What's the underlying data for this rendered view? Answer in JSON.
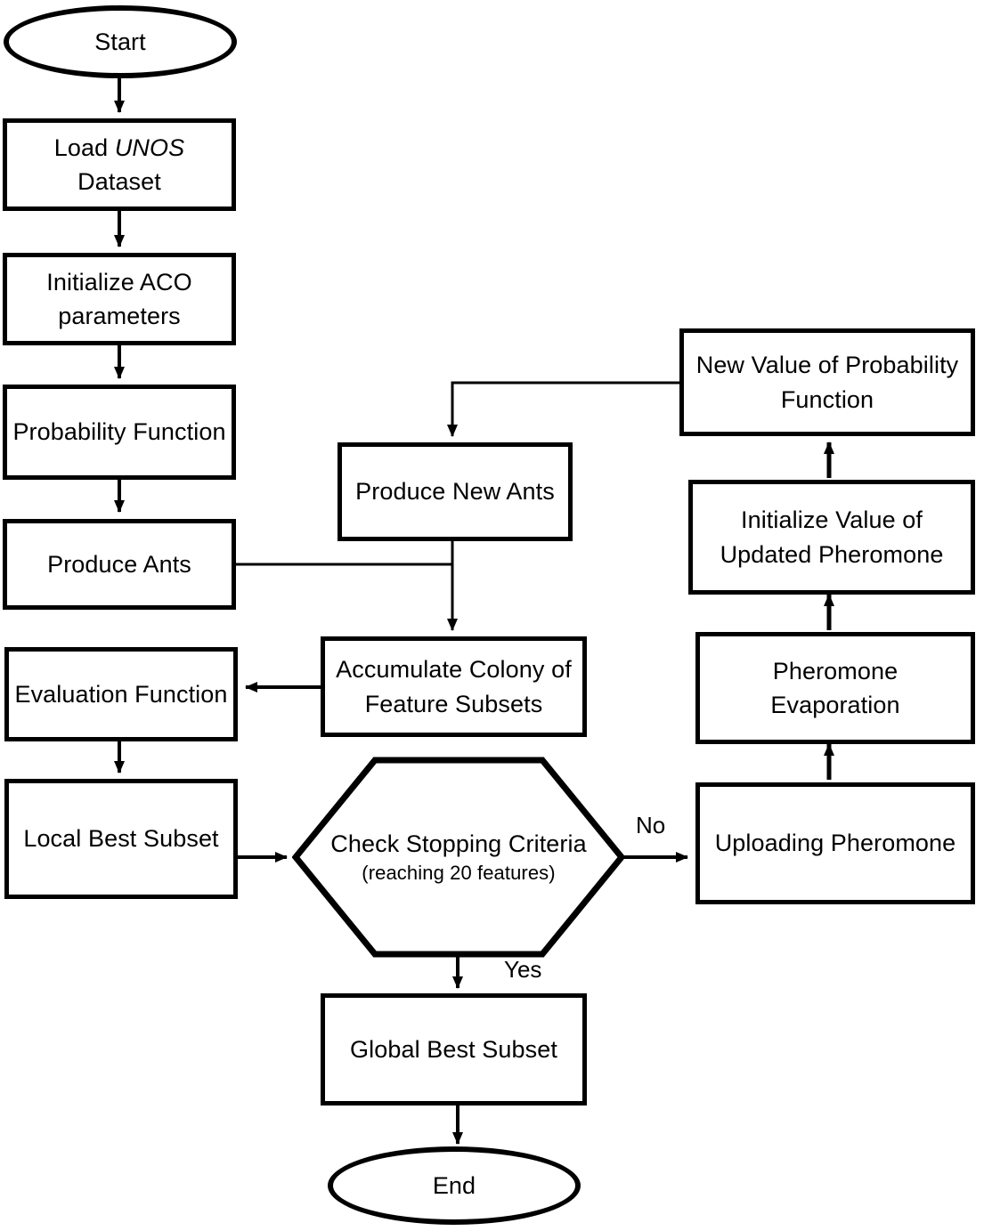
{
  "diagram": {
    "title": "ACO Feature Selection Flowchart",
    "stroke_color": "#000000",
    "fill_color": "#ffffff"
  },
  "nodes": {
    "start": {
      "label": "Start",
      "shape": "terminator"
    },
    "load_dataset": {
      "label_pre": "Load ",
      "label_italic": "UNOS",
      "label_post": " Dataset",
      "shape": "process"
    },
    "init_aco": {
      "label": "Initialize ACO parameters",
      "shape": "process"
    },
    "probability_function": {
      "label": "Probability Function",
      "shape": "process"
    },
    "produce_ants": {
      "label": "Produce Ants",
      "shape": "process"
    },
    "produce_new_ants": {
      "label": "Produce New Ants",
      "shape": "process"
    },
    "accumulate_colony": {
      "label": "Accumulate Colony of Feature Subsets",
      "shape": "process"
    },
    "evaluation_function": {
      "label": "Evaluation Function",
      "shape": "process"
    },
    "local_best_subset": {
      "label": "Local Best Subset",
      "shape": "process"
    },
    "check_stopping": {
      "label_main": "Check Stopping Criteria",
      "label_sub": "(reaching 20 features)",
      "shape": "hexagon"
    },
    "global_best_subset": {
      "label": "Global Best Subset",
      "shape": "process"
    },
    "end": {
      "label": "End",
      "shape": "terminator"
    },
    "uploading_pheromone": {
      "label": "Uploading Pheromone",
      "shape": "process"
    },
    "pheromone_evaporation": {
      "label": "Pheromone Evaporation",
      "shape": "process"
    },
    "initialize_updated_pheromone": {
      "label": "Initialize Value of Updated Pheromone",
      "shape": "process"
    },
    "new_value_probability": {
      "label": "New Value of Probability Function",
      "shape": "process"
    }
  },
  "edge_labels": {
    "no": "No",
    "yes": "Yes"
  }
}
